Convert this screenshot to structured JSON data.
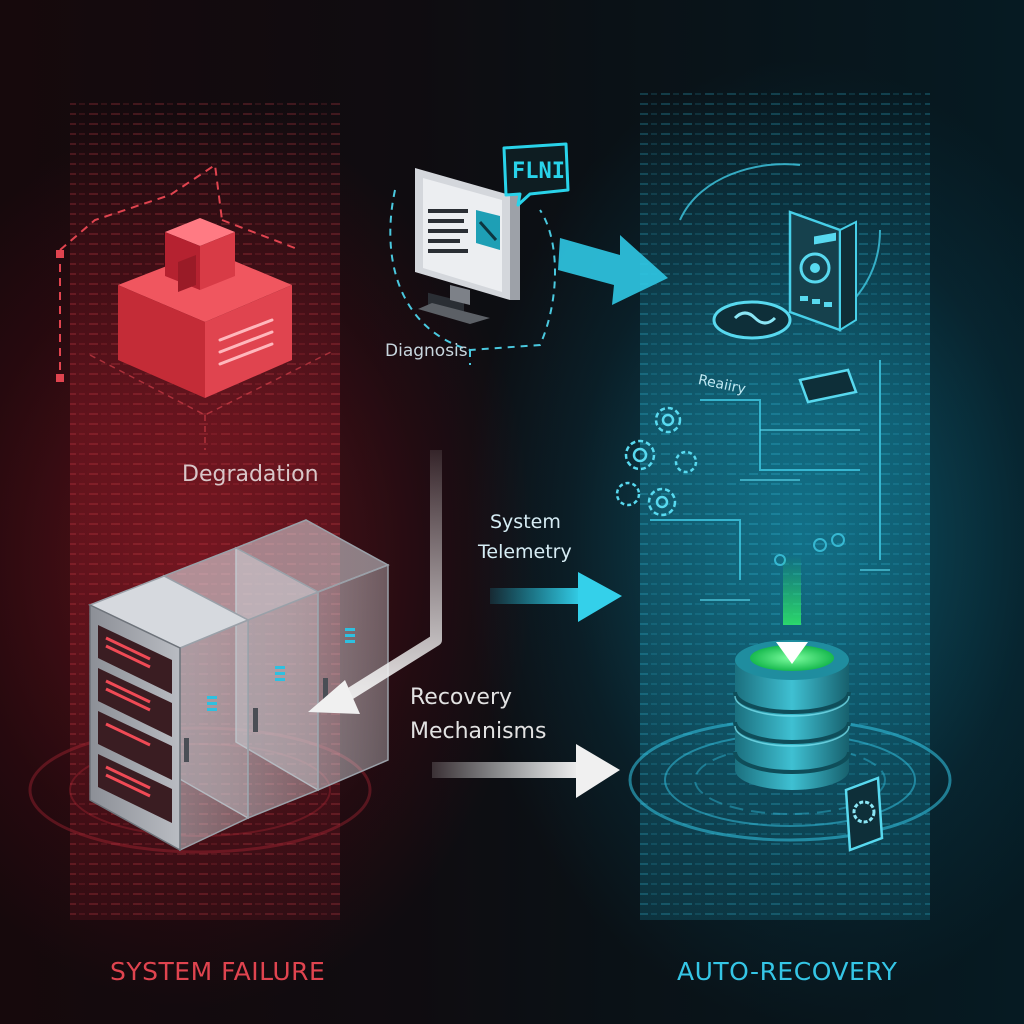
{
  "labels": {
    "degradation": "Degradation",
    "diagnosis": "Diagnosis",
    "telemetry_line1": "System",
    "telemetry_line2": "Telemetry",
    "recovery_line1": "Recovery",
    "recovery_line2": "Mechanisms",
    "reality_tag": "Reaiiry",
    "fln_bubble": "FLNI",
    "system_failure": "SYSTEM FAILURE",
    "auto_recovery": "AUTO-RECOVERY"
  },
  "colors": {
    "failure_red": "#e0444f",
    "recovery_cyan": "#35c6e6",
    "db_green": "#2ee36a",
    "arrow_white": "#e6e6e6"
  },
  "icons": [
    "broken-box-icon",
    "monitor-icon",
    "speech-bubble-icon",
    "server-rack-icon",
    "database-icon",
    "gear-icon",
    "tablet-icon",
    "cloud-sync-icon",
    "shield-gear-icon",
    "arrow-icon"
  ]
}
